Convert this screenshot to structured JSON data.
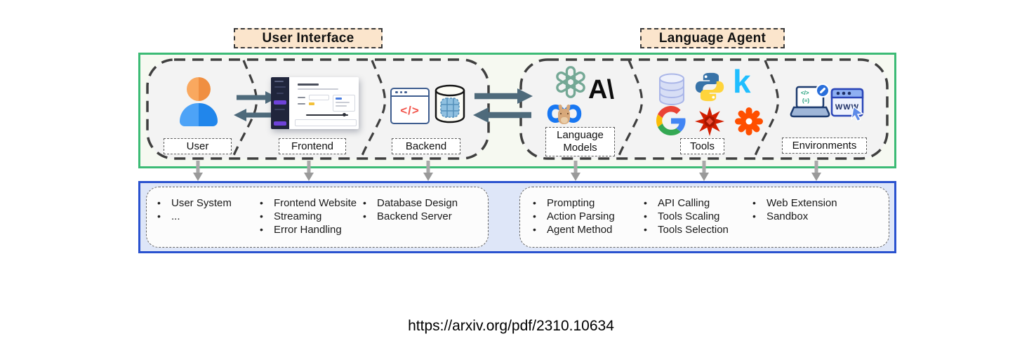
{
  "header": {
    "user_interface_label": "User Interface",
    "language_agent_label": "Language Agent"
  },
  "sections": {
    "user": {
      "label": "User",
      "details": [
        "User System",
        "..."
      ]
    },
    "frontend": {
      "label": "Frontend",
      "details": [
        "Frontend Website",
        "Streaming",
        "Error Handling"
      ]
    },
    "backend": {
      "label": "Backend",
      "details": [
        "Database Design",
        "Backend Server"
      ]
    },
    "language_models": {
      "label": "Language Models",
      "details": [
        "Prompting",
        "Action Parsing",
        "Agent Method"
      ]
    },
    "tools": {
      "label": "Tools",
      "details": [
        "API Calling",
        "Tools Scaling",
        "Tools Selection"
      ]
    },
    "environments": {
      "label": "Environments",
      "details": [
        "Web Extension",
        "Sandbox"
      ]
    }
  },
  "icons": {
    "user": "person-icon",
    "frontend": "app-screenshot",
    "backend": [
      "code-window-icon",
      "database-icon"
    ],
    "language_models": [
      "openai-icon",
      "anthropic-icon",
      "meta-llama-icon"
    ],
    "tools": [
      "database-stack-icon",
      "python-icon",
      "kaggle-icon",
      "google-icon",
      "wolfram-icon",
      "zapier-icon"
    ],
    "environments": [
      "laptop-code-icon",
      "www-browser-icon"
    ],
    "code_glyph": "</>",
    "anthropic_glyph": "A\\",
    "kaggle_glyph": "k",
    "www_text": "WWW",
    "laptop_glyph_1": "</>",
    "laptop_glyph_2": "(≡)"
  },
  "colors": {
    "green_border": "#3cbb75",
    "blue_border": "#2a52cf",
    "blue_fill": "#dee6f8",
    "peach_label": "#fbe5cc",
    "group_fill": "#f3f3f3",
    "dash_stroke": "#3f3f3f",
    "flow_arrow": "#4e6a7b",
    "down_arrow": "#a3a3a3"
  },
  "footer": {
    "source_url": "https://arxiv.org/pdf/2310.10634"
  }
}
